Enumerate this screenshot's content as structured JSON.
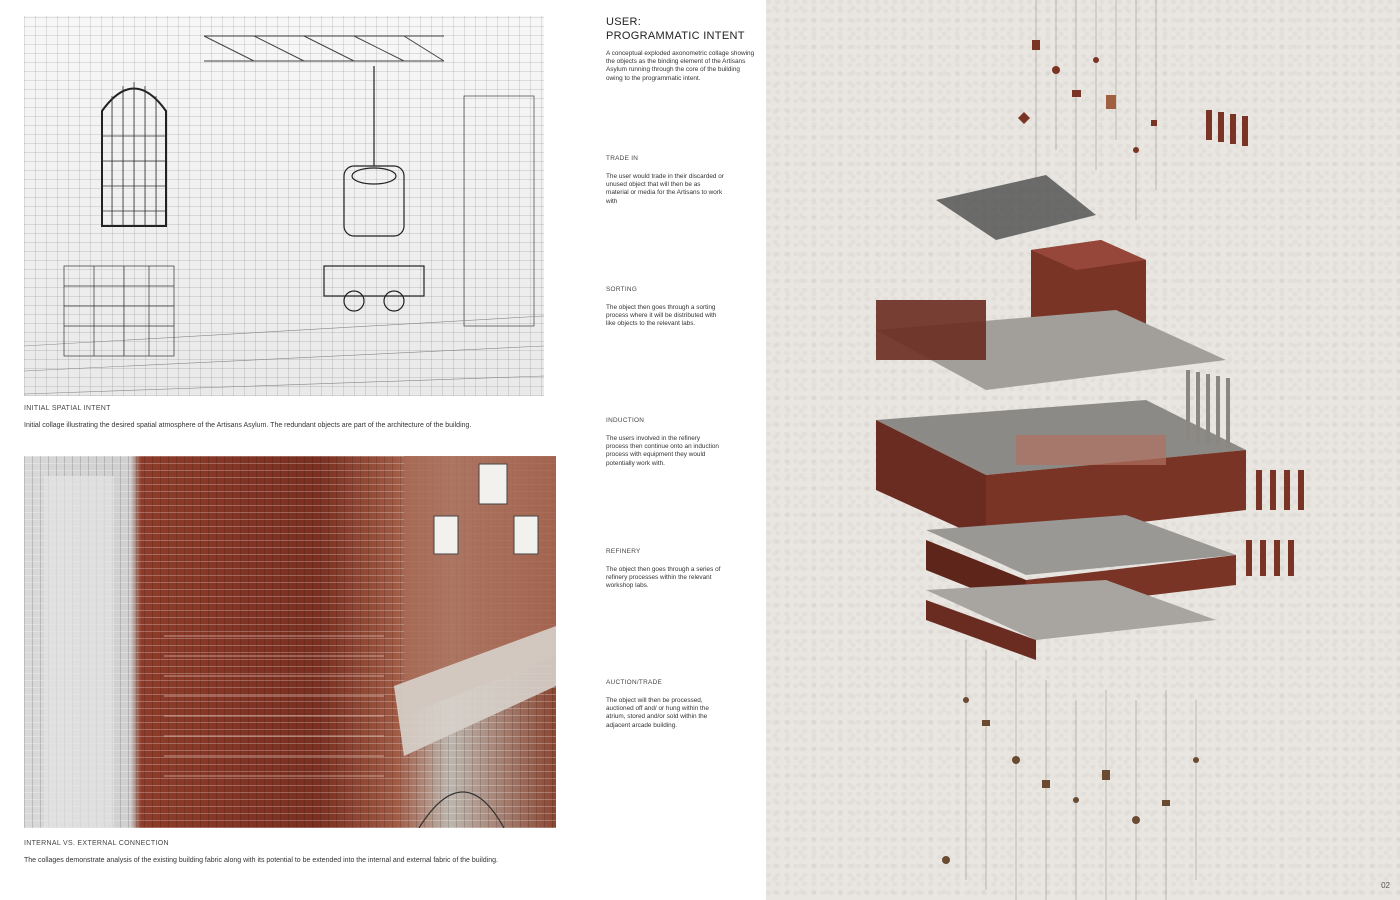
{
  "heading": {
    "line1": "USER:",
    "line2": "PROGRAMMATIC INTENT"
  },
  "intro": "A conceptual exploded axonometric collage showing the objects as the binding element of the Artisans Asylum running through the core of the building owing to the programmatic intent.",
  "steps": [
    {
      "title": "TRADE IN",
      "body": "The user would trade in their discarded or unused object that will then be as material or media for the Artisans to work with"
    },
    {
      "title": "SORTING",
      "body": "The object then goes through a sorting process where it will be distributed with like objects to the relevant labs."
    },
    {
      "title": "INDUCTION",
      "body": "The users involved in the refinery process then continue onto an induction process with equipment they would potentially work with."
    },
    {
      "title": "REFINERY",
      "body": "The object then goes through a series of refinery processes within the relevant workshop labs."
    },
    {
      "title": "AUCTION/TRADE",
      "body": "The object will then be processed, auctioned off and/ or hung within the atrium, stored and/or sold within the adjacent arcade building."
    }
  ],
  "figures": [
    {
      "title": "INITIAL SPATIAL INTENT",
      "caption": "Initial collage illustrating the desired spatial atmosphere of the Artisans Asylum. The redundant objects are part of the architecture of the building."
    },
    {
      "title": "INTERNAL VS. EXTERNAL CONNECTION",
      "caption": "The collages demonstrate analysis of the existing building fabric along with its potential to be extended into the internal and external fabric of the building."
    }
  ],
  "page_number": "02",
  "colors": {
    "brick": "#7a3426",
    "brick_dark": "#4f2018",
    "panel_bg": "#e9e6e1",
    "concrete": "#9a9895"
  }
}
